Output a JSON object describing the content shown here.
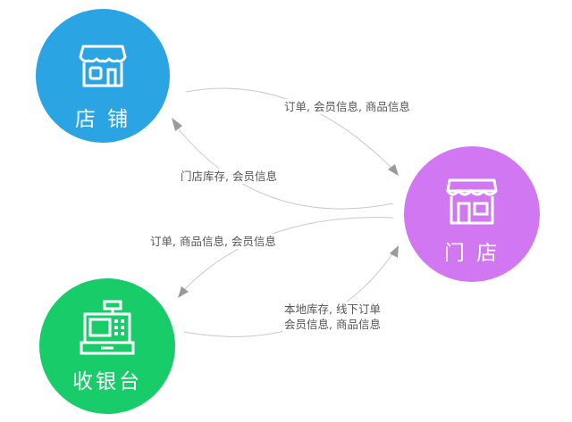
{
  "nodes": {
    "shop": {
      "label": "店 铺",
      "icon": "storefront-icon",
      "color": "#2aa4e2"
    },
    "store": {
      "label": "门 店",
      "icon": "store-icon",
      "color": "#d277f2"
    },
    "pos": {
      "label": "收银台",
      "icon": "cash-register-icon",
      "color": "#18cc6a"
    }
  },
  "edges": {
    "shop_to_store": {
      "label": "订单, 会员信息, 商品信息"
    },
    "store_to_shop": {
      "label": "门店库存, 会员信息"
    },
    "store_to_pos": {
      "label": "订单, 商品信息, 会员信息"
    },
    "pos_to_store": {
      "line1": "本地库存, 线下订单",
      "line2": "会员信息, 商品信息"
    }
  },
  "colors": {
    "edge_line": "#c9c9c9",
    "arrow": "#9a9a9a",
    "label_text": "#555555"
  }
}
